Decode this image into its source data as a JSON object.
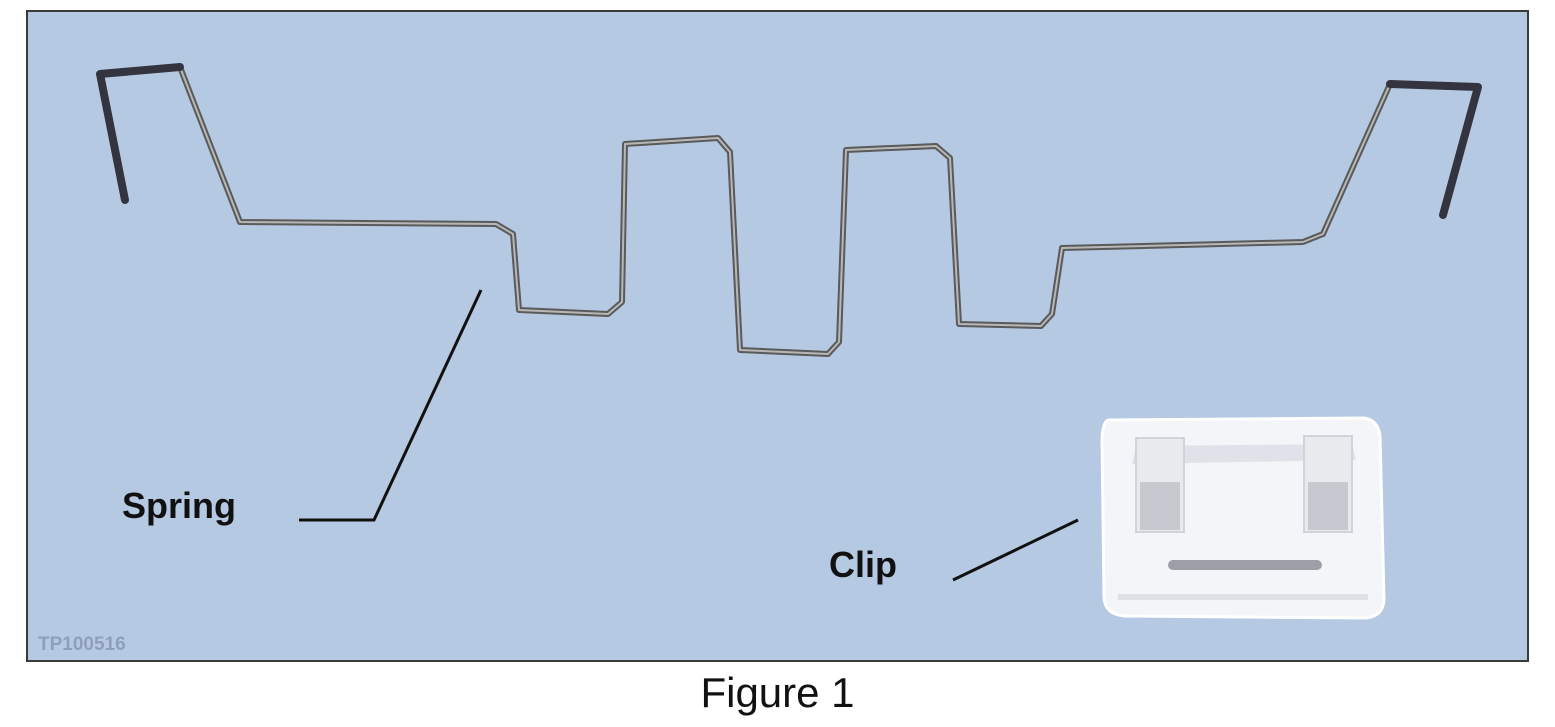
{
  "figure": {
    "caption": "Figure 1",
    "photo_id": "TP100516",
    "background_color": "#b6c9e3",
    "parts": {
      "spring": {
        "label": "Spring",
        "wire_color": "#6f6f6f",
        "end_color": "#3a3a46"
      },
      "clip": {
        "label": "Clip",
        "color": "#f4f5f8"
      }
    }
  }
}
